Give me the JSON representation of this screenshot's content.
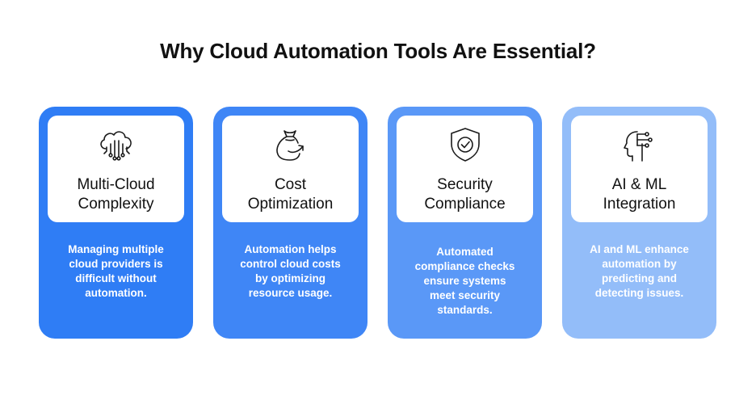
{
  "title": "Why Cloud Automation Tools Are Essential?",
  "cards": [
    {
      "icon": "cloud-circuit-icon",
      "title": "Multi-Cloud\nComplexity",
      "description": "Managing multiple\ncloud providers is\ndifficult without\nautomation.",
      "color": "#2f7df5"
    },
    {
      "icon": "money-bag-arrow-icon",
      "title": "Cost\nOptimization",
      "description": "Automation helps\ncontrol cloud costs\nby optimizing\nresource usage.",
      "color": "#3f86f6"
    },
    {
      "icon": "shield-check-icon",
      "title": "Security\nCompliance",
      "description": "Automated\ncompliance checks\nensure systems\nmeet security\nstandards.",
      "color": "#5a98f7"
    },
    {
      "icon": "ai-head-circuit-icon",
      "title": "AI & ML\nIntegration",
      "description": "AI and ML enhance\nautomation by\npredicting and\ndetecting issues.",
      "color": "#93bdf9"
    }
  ]
}
